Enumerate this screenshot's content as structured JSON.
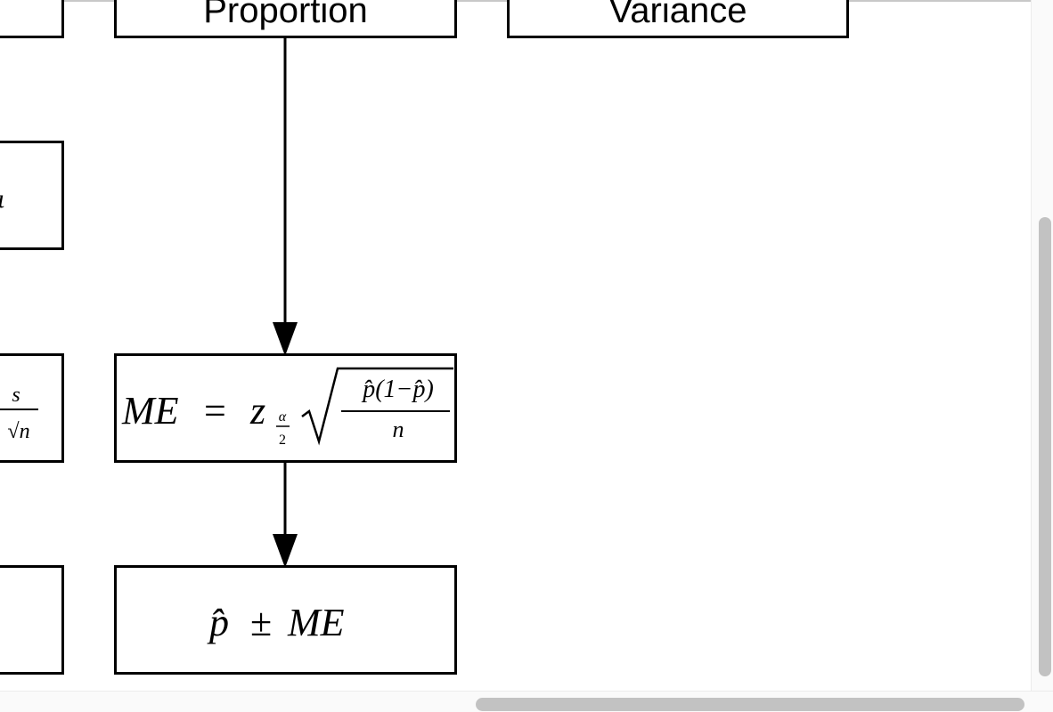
{
  "diagram": {
    "nodes": {
      "proportion": {
        "title": "Proportion"
      },
      "variance": {
        "title": "Variance"
      },
      "proportion_me": {
        "lhs": "ME",
        "equals": "=",
        "z": "z",
        "z_sub_num": "α",
        "z_sub_den": "2",
        "numerator": "p̂(1−p̂)",
        "denominator": "n"
      },
      "proportion_interval": {
        "p_hat": "p̂",
        "pm": "±",
        "me": "ME"
      },
      "mean_me_partial": {
        "numerator": "s",
        "denominator": "√n"
      },
      "mean_mid_partial": {
        "glyph": "ι"
      }
    }
  },
  "colors": {
    "stroke": "#000000",
    "background": "#ffffff",
    "scrollbar_thumb": "#c2c2c2"
  }
}
